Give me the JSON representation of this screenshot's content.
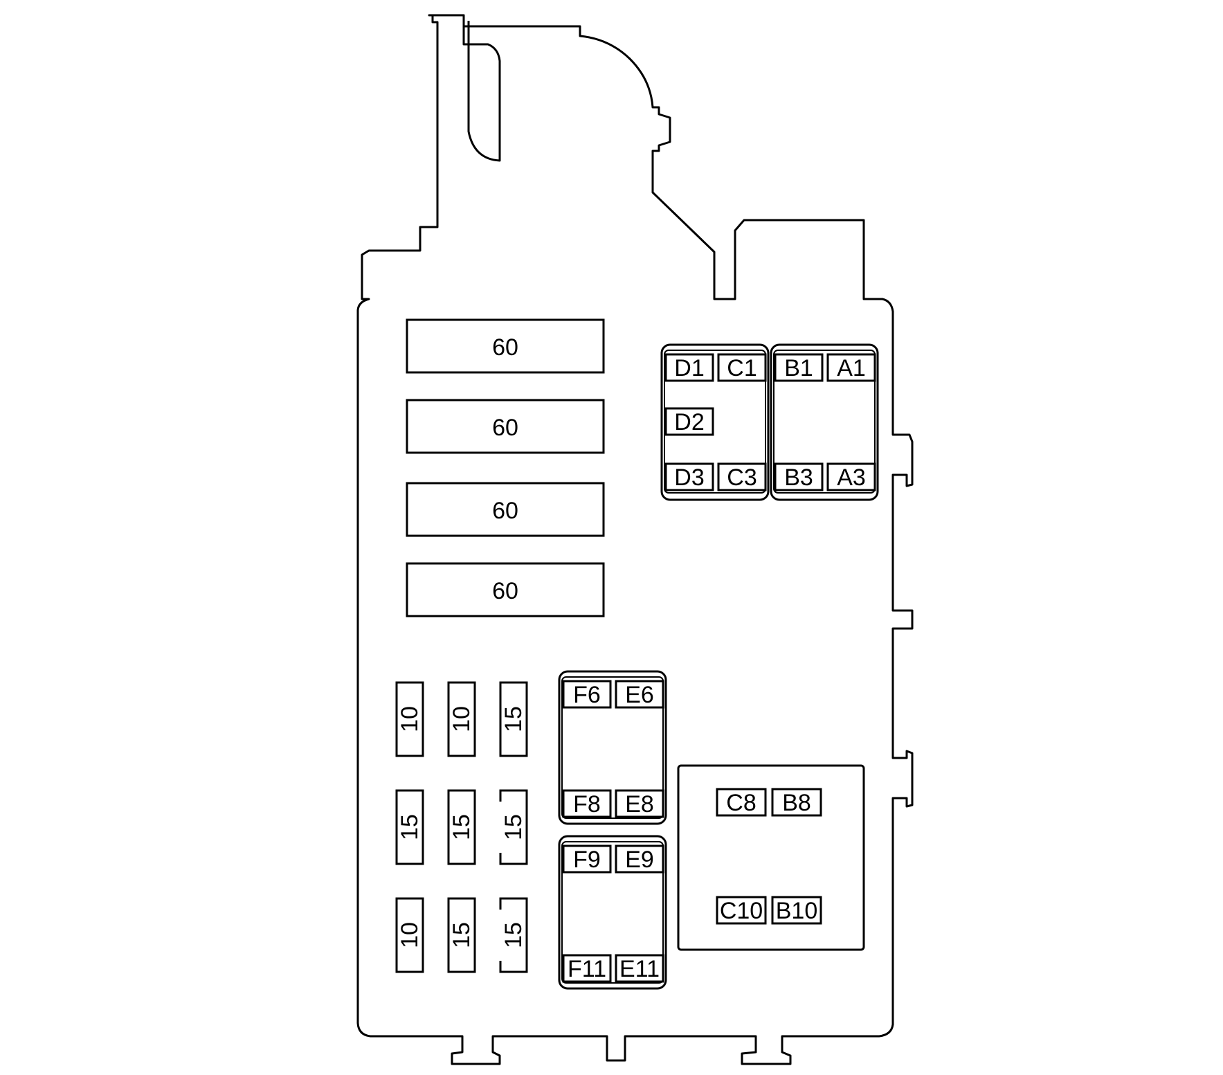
{
  "maxi_fuses": [
    "60",
    "60",
    "60",
    "60"
  ],
  "mini_fuses": [
    [
      "10",
      "10",
      "15"
    ],
    [
      "15",
      "15",
      "15"
    ],
    [
      "10",
      "15",
      "15"
    ]
  ],
  "relay_block_top_left": {
    "top": [
      "D1",
      "C1"
    ],
    "mid": "D2",
    "bottom": [
      "D3",
      "C3"
    ]
  },
  "relay_block_top_right": {
    "top": [
      "B1",
      "A1"
    ],
    "bottom": [
      "B3",
      "A3"
    ]
  },
  "relay_block_mid": {
    "top": [
      "F6",
      "E6"
    ],
    "bottom": [
      "F8",
      "E8"
    ]
  },
  "relay_block_low": {
    "top": [
      "F9",
      "E9"
    ],
    "bottom": [
      "F11",
      "E11"
    ]
  },
  "relay_block_large": {
    "top": [
      "C8",
      "B8"
    ],
    "bottom": [
      "C10",
      "B10"
    ]
  }
}
